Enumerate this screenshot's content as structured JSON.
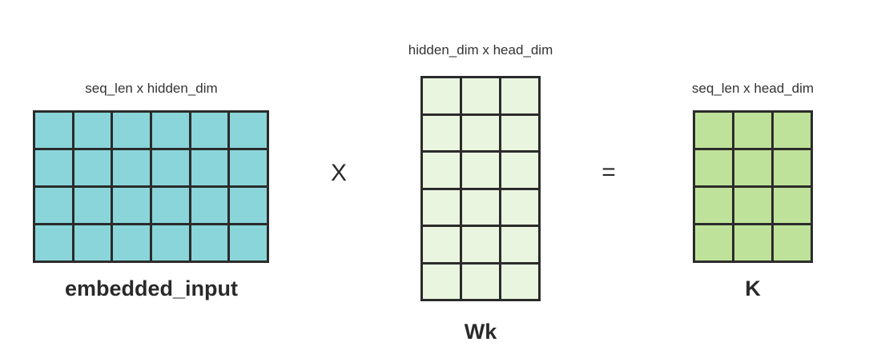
{
  "matrices": {
    "embedded_input": {
      "dim_label": "seq_len x hidden_dim",
      "name": "embedded_input",
      "rows": 4,
      "cols": 6,
      "fill": "#8ad5d9"
    },
    "wk": {
      "dim_label": "hidden_dim x head_dim",
      "name": "Wk",
      "rows": 6,
      "cols": 3,
      "fill": "#e9f5df"
    },
    "k": {
      "dim_label": "seq_len x head_dim",
      "name": "K",
      "rows": 4,
      "cols": 3,
      "fill": "#bfe29a"
    }
  },
  "operators": {
    "multiply": "X",
    "equals": "="
  }
}
